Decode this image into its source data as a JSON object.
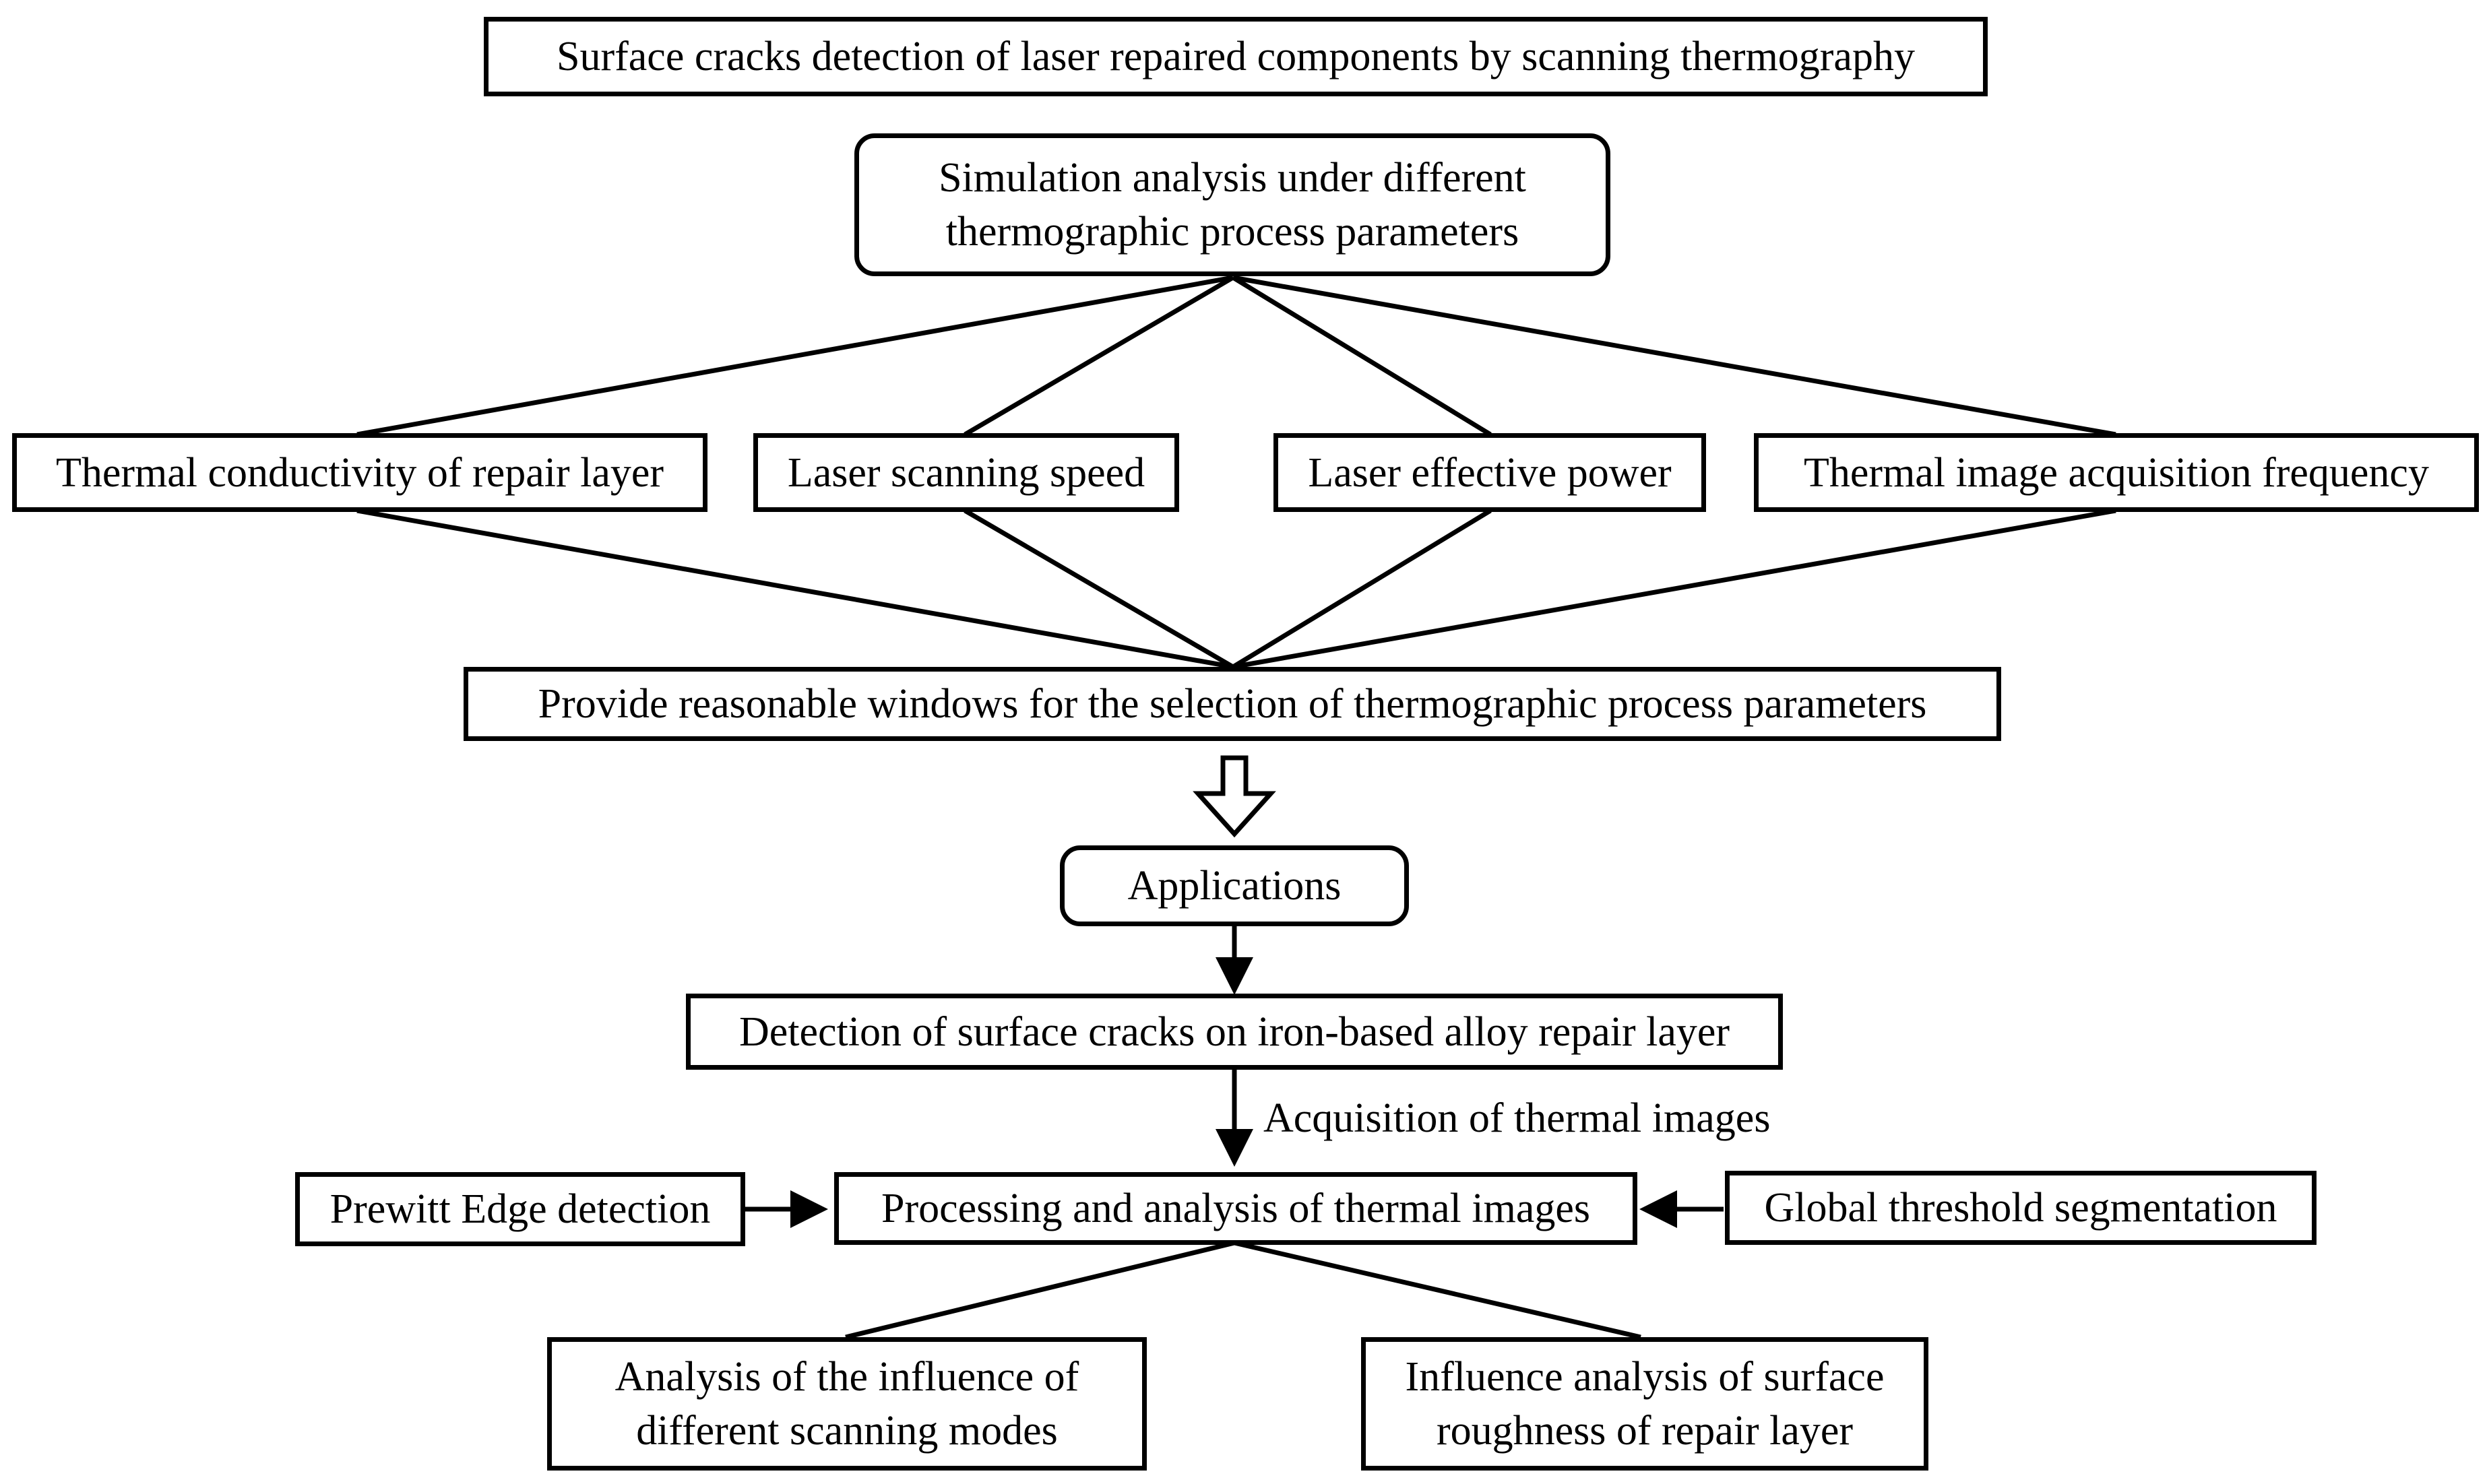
{
  "title": "Surface cracks detection of laser repaired components by scanning thermography",
  "simulation": {
    "line1": "Simulation analysis under different",
    "line2": "thermographic process parameters"
  },
  "parameters": [
    "Thermal conductivity of repair layer",
    "Laser scanning speed",
    "Laser effective power",
    "Thermal image acquisition frequency"
  ],
  "windows": "Provide reasonable windows for the selection of thermographic process parameters",
  "applications": "Applications",
  "detection": "Detection of surface cracks on iron-based alloy repair layer",
  "acquisition_label": "Acquisition of thermal images",
  "processing": "Processing and analysis of thermal images",
  "prewitt": "Prewitt Edge detection",
  "global_threshold": "Global threshold segmentation",
  "outcomes": [
    {
      "line1": "Analysis of the influence of",
      "line2": "different scanning modes"
    },
    {
      "line1": "Influence analysis of surface",
      "line2": "roughness of repair layer"
    }
  ],
  "colors": {
    "stroke": "#000000",
    "background": "#ffffff"
  }
}
